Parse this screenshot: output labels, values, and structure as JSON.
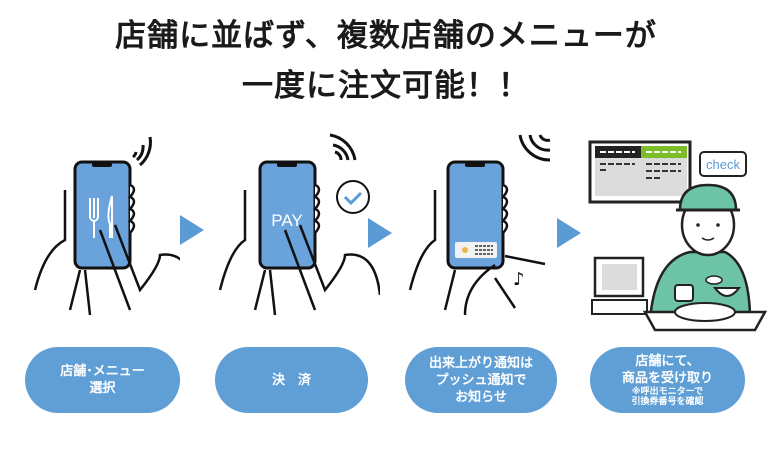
{
  "headline": {
    "line1": "店舗に並ばず、複数店舗のメニューが",
    "line2": "一度に注文可能！！"
  },
  "steps": [
    {
      "lines": [
        "店舗･メニュー",
        "選択"
      ],
      "icon": "phone-menu-icon"
    },
    {
      "lines": [
        "決　済"
      ],
      "icon": "phone-pay-icon",
      "screen_text": "PAY"
    },
    {
      "lines": [
        "出来上がり通知は",
        "プッシュ通知で",
        "お知らせ"
      ],
      "icon": "phone-notification-icon"
    },
    {
      "lines": [
        "店舗にて、",
        "商品を受け取り"
      ],
      "note_lines": [
        "※呼出モニターで",
        "引換券番号を確認"
      ],
      "icon": "staff-counter-icon",
      "bubble_text": "check"
    }
  ],
  "colors": {
    "accent": "#5f9fd6",
    "screen": "#6aa3dc",
    "green": "#7dbd2a",
    "uniform": "#6cc3a6"
  }
}
